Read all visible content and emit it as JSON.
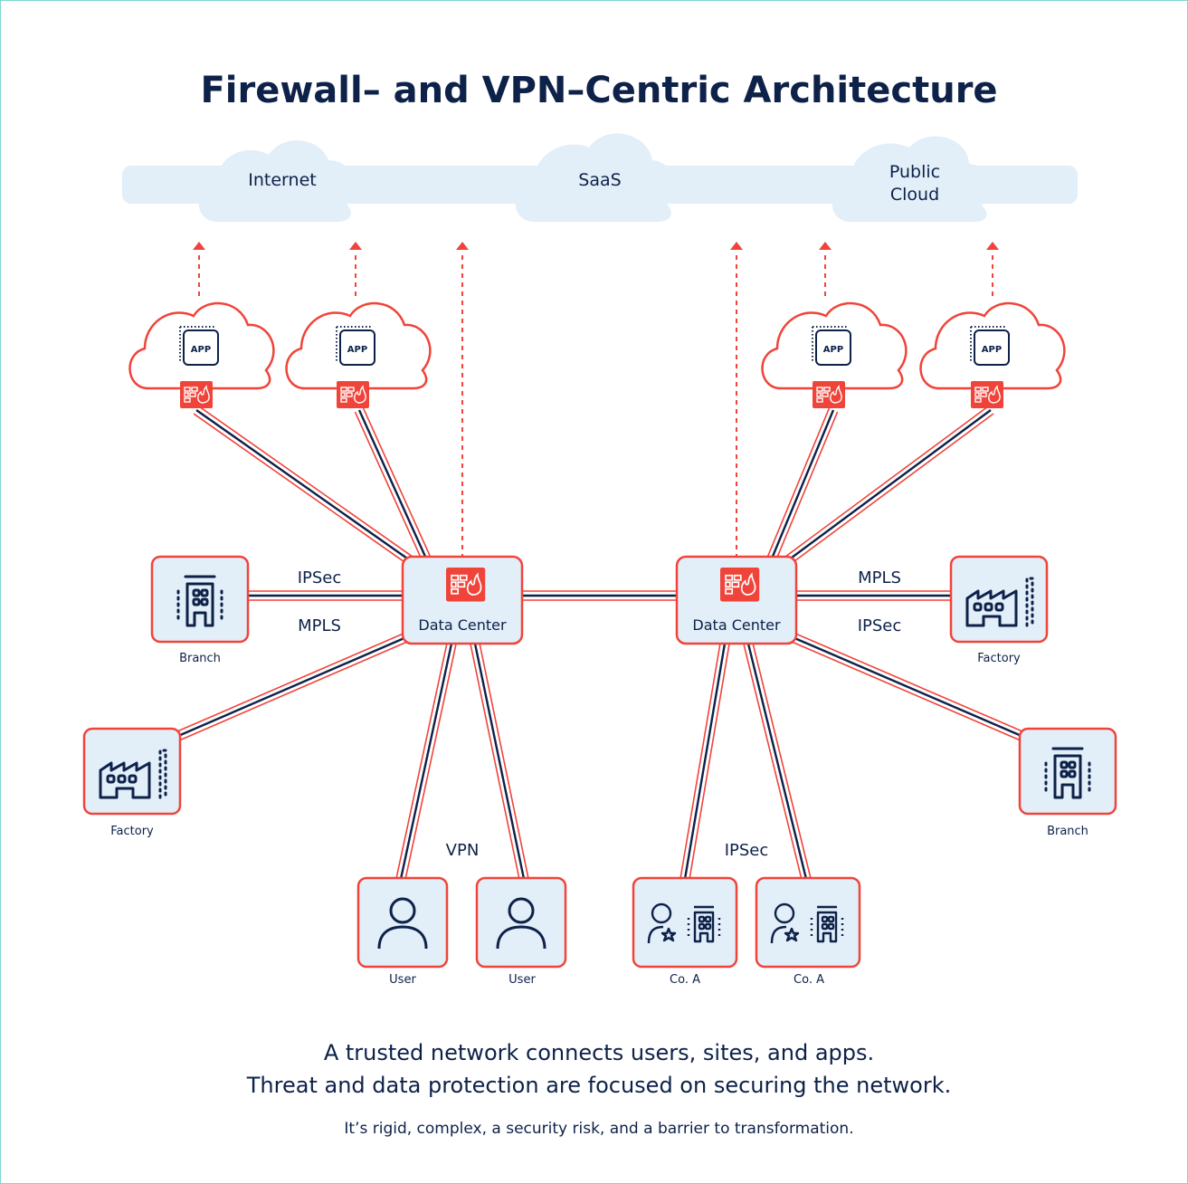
{
  "title": "Firewall– and VPN–Centric Architecture",
  "clouds": {
    "internet": "Internet",
    "saas": "SaaS",
    "public_cloud_line1": "Public",
    "public_cloud_line2": "Cloud"
  },
  "app_label": "APP",
  "data_center_left": "Data Center",
  "data_center_right": "Data Center",
  "link_labels": {
    "left_ipsec": "IPSec",
    "left_mpls": "MPLS",
    "right_mpls": "MPLS",
    "right_ipsec": "IPSec",
    "vpn": "VPN",
    "bottom_ipsec": "IPSec"
  },
  "nodes": {
    "branch_left": "Branch",
    "factory_right": "Factory",
    "factory_left": "Factory",
    "branch_right": "Branch",
    "user_1": "User",
    "user_2": "User",
    "co_a_1": "Co. A",
    "co_a_2": "Co. A"
  },
  "caption_line1": "A trusted network connects users, sites, and apps.",
  "caption_line2": "Threat and data protection are focused on securing the network.",
  "caption_sub": "It’s rigid, complex, a security risk, and a barrier to transformation.",
  "colors": {
    "navy": "#0d2149",
    "red": "#f0443a",
    "light_blue": "#e2eef8",
    "border": "#7fd6cf"
  }
}
